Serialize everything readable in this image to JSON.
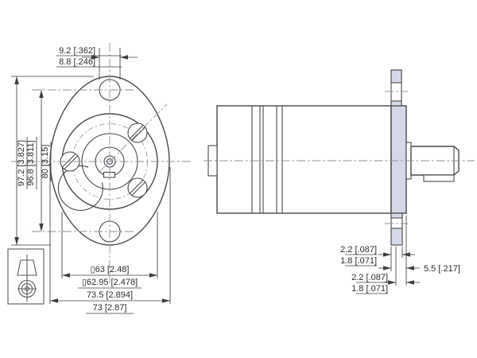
{
  "drawing": {
    "type": "technical dimension drawing",
    "subject": "hydraulic motor - flange front view and body side view",
    "projection_symbol": "first-angle projection (truncated cone over concentric circles)"
  },
  "dims": {
    "slot_top": {
      "max": "9.2 [.362]",
      "min": "8.8 [.246]"
    },
    "flange_height": {
      "max": "97.2 [3.827]",
      "min": "96.8 [3.811]"
    },
    "bolt_hole_spacing": "80 [3.15]",
    "pilot_dia": {
      "max": "▯63 [2.48]",
      "min": "▯62.95 [2.478]"
    },
    "flange_width": {
      "max": "73.5 [2.894]",
      "min": "73 [2.87]"
    },
    "ear_top": {
      "max": "2.2 [.087]",
      "min": "1.8 [.071]"
    },
    "flange_thickness": "5.5 [.217]",
    "ear_bottom": {
      "max": "2.2 [.087]",
      "min": "1.8 [.071]"
    }
  },
  "colors": {
    "outline": "#4a4a4a",
    "dimension": "#3f3f3f",
    "centerline": "#8d929c",
    "flange_fill": "#d5d9e7",
    "background": "#ffffff"
  }
}
